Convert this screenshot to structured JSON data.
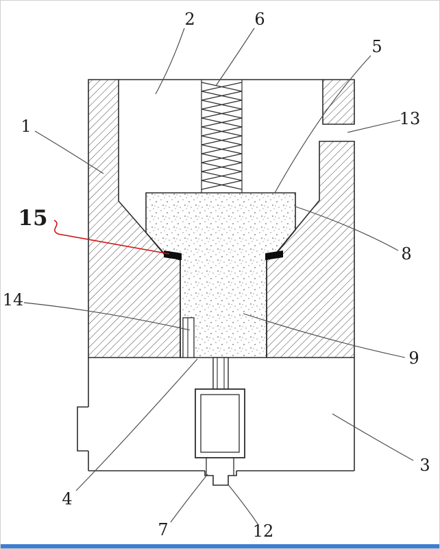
{
  "figure": {
    "description": "patent-style cross-section diagram of a mechanical valve assembly",
    "colors": {
      "line": "#2b2b2b",
      "leader": "#4a4a4a",
      "highlight": "#cf1212",
      "seal": "#0d0d0d",
      "bottom_bar": "#3e7ed0"
    },
    "labels": {
      "l1": "1",
      "l2": "2",
      "l3": "3",
      "l4": "4",
      "l5": "5",
      "l6": "6",
      "l7": "7",
      "l8": "8",
      "l9": "9",
      "l12": "12",
      "l13": "13",
      "l14": "14",
      "l15": "15"
    }
  }
}
